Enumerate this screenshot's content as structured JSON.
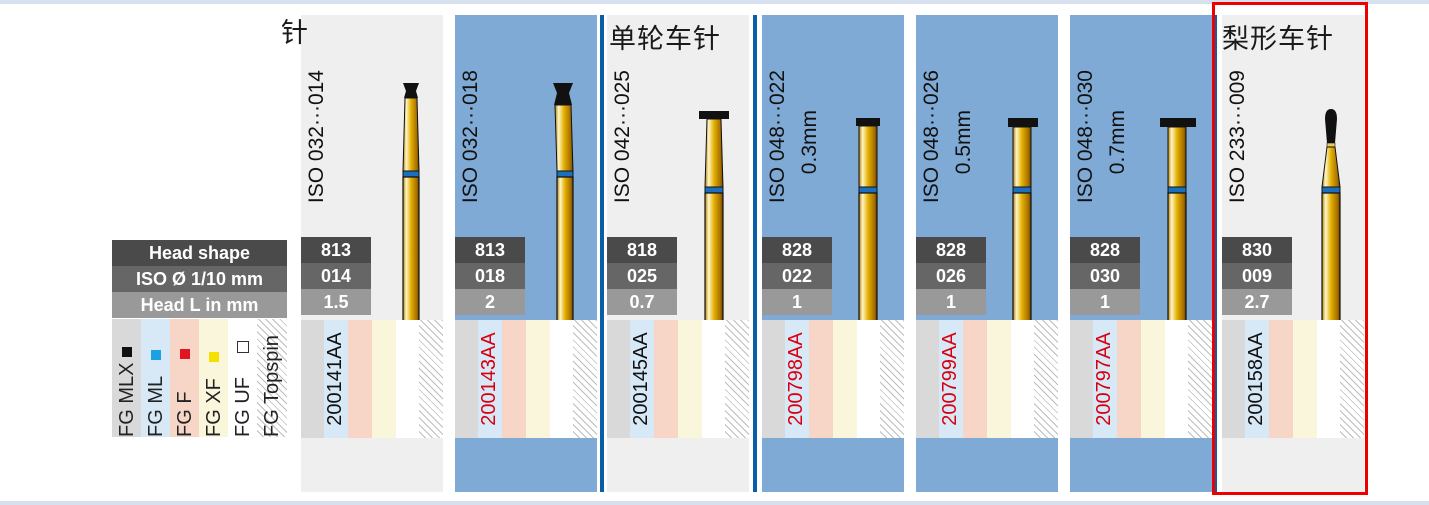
{
  "legend": {
    "rows": [
      "Head shape",
      "ISO Ø 1/10 mm",
      "Head L in mm"
    ],
    "grades": [
      {
        "label": "FG MLX",
        "swatch": "#111111",
        "bg": "#d9d9d9"
      },
      {
        "label": "FG ML",
        "swatch": "#1ba1e2",
        "bg": "#d7e9f7"
      },
      {
        "label": "FG F",
        "swatch": "#e0151f",
        "bg": "#f7d6c8"
      },
      {
        "label": "FG XF",
        "swatch": "#f6e000",
        "bg": "#faf6dc"
      },
      {
        "label": "FG UF",
        "swatch": "#ffffff",
        "bg": "#ffffff"
      },
      {
        "label": "FG Topspin",
        "swatch": "",
        "bg": "hatched"
      }
    ]
  },
  "colors": {
    "panel_grey": "#efefef",
    "panel_blue": "#80aad6",
    "rule_blue": "#0a5ea8",
    "code_red": "#d8000f",
    "highlight": "#ee0000"
  },
  "products": [
    {
      "title_fragment": "针",
      "iso": "ISO 032···014",
      "iso_sub": "",
      "head_shape": "813",
      "iso_diameter": "014",
      "head_length": "1.5",
      "code": "200141AA",
      "code_color": "black",
      "panel": "grey",
      "bur": "inverted-cone"
    },
    {
      "title_fragment": "",
      "iso": "ISO 032···018",
      "iso_sub": "",
      "head_shape": "813",
      "iso_diameter": "018",
      "head_length": "2",
      "code": "200143AA",
      "code_color": "red",
      "panel": "blue",
      "bur": "inverted-cone"
    },
    {
      "title_fragment": "单轮车针",
      "iso": "ISO 042···025",
      "iso_sub": "",
      "head_shape": "818",
      "iso_diameter": "025",
      "head_length": "0.7",
      "code": "200145AA",
      "code_color": "black",
      "panel": "grey",
      "bur": "wheel"
    },
    {
      "title_fragment": "",
      "iso": "ISO 048···022",
      "iso_sub": "0.3mm",
      "head_shape": "828",
      "iso_diameter": "022",
      "head_length": "1",
      "code": "200798AA",
      "code_color": "red",
      "panel": "blue",
      "bur": "wheel-narrow"
    },
    {
      "title_fragment": "",
      "iso": "ISO 048···026",
      "iso_sub": "0.5mm",
      "head_shape": "828",
      "iso_diameter": "026",
      "head_length": "1",
      "code": "200799AA",
      "code_color": "red",
      "panel": "blue",
      "bur": "wheel-narrow"
    },
    {
      "title_fragment": "",
      "iso": "ISO 048···030",
      "iso_sub": "0.7mm",
      "head_shape": "828",
      "iso_diameter": "030",
      "head_length": "1",
      "code": "200797AA",
      "code_color": "red",
      "panel": "blue",
      "bur": "wheel-narrow"
    },
    {
      "title_fragment": "梨形车针",
      "iso": "ISO 233···009",
      "iso_sub": "",
      "head_shape": "830",
      "iso_diameter": "009",
      "head_length": "2.7",
      "code": "200158AA",
      "code_color": "black",
      "panel": "grey",
      "bur": "pear",
      "highlighted": true
    }
  ]
}
